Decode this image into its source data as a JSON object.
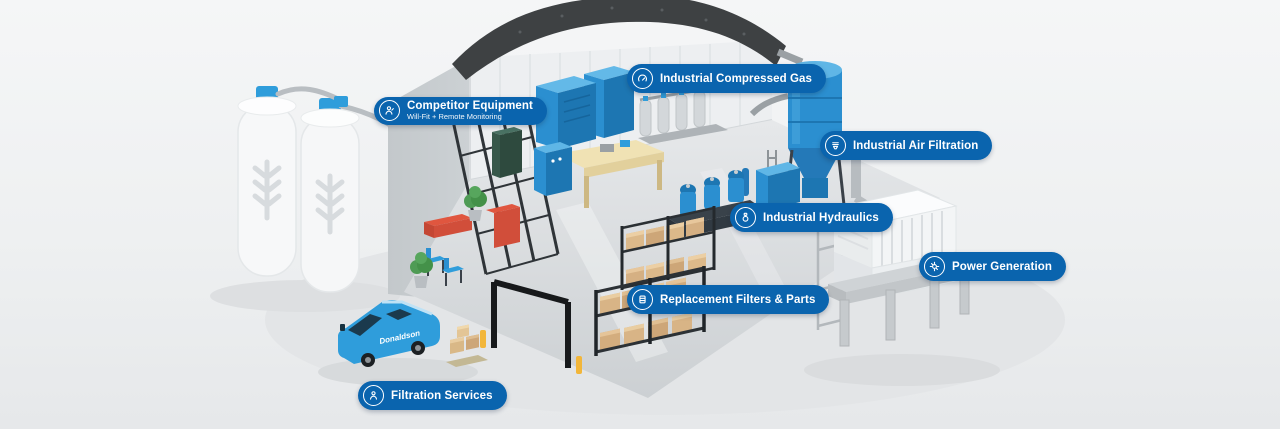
{
  "page": {
    "background": "#eef0f2"
  },
  "colors": {
    "pill_blue": "#0a64ae",
    "machinery_blue": "#2b8fd0",
    "roof_dark": "#3e4143",
    "floor_gray": "#d5d8db",
    "accent_yellow": "#f2b63a"
  },
  "scene": {
    "van_brand": "Donaldson"
  },
  "callouts": [
    {
      "id": "industrial-compressed-gas",
      "label": "Industrial Compressed Gas",
      "icon": "gauge-icon"
    },
    {
      "id": "competitor-equipment",
      "label": "Competitor Equipment",
      "sublabel": "Will-Fit + Remote Monitoring",
      "icon": "technician-icon"
    },
    {
      "id": "industrial-air-filtration",
      "label": "Industrial Air Filtration",
      "icon": "air-filter-icon"
    },
    {
      "id": "industrial-hydraulics",
      "label": "Industrial Hydraulics",
      "icon": "hydraulic-pump-icon"
    },
    {
      "id": "power-generation",
      "label": "Power Generation",
      "icon": "turbine-icon"
    },
    {
      "id": "replacement-filters-parts",
      "label": "Replacement Filters & Parts",
      "icon": "filter-box-icon"
    },
    {
      "id": "filtration-services",
      "label": "Filtration Services",
      "icon": "service-person-icon"
    }
  ]
}
